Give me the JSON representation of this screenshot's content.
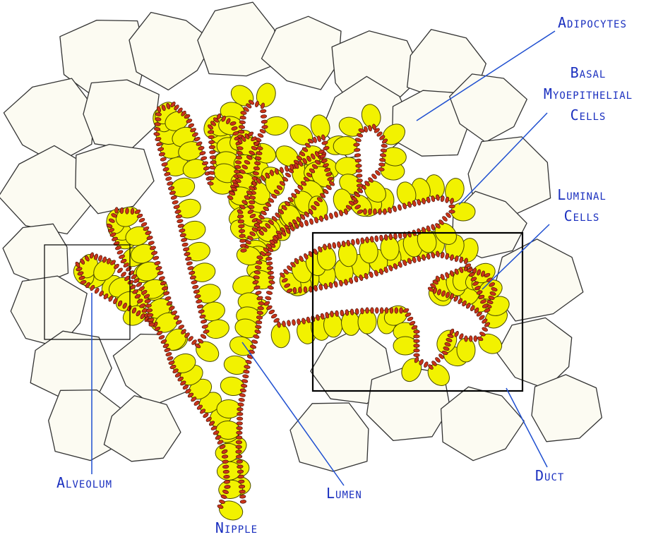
{
  "colors": {
    "adipocyte_fill": "#fcfbf2",
    "adipocyte_stroke": "#333333",
    "basal_fill": "#f2f200",
    "basal_stroke": "#4a4a00",
    "luminal_fill": "#c8341a",
    "luminal_stroke": "#3a0a00",
    "label": "#1a2fbf",
    "leader": "#1f4fd0",
    "box": "#000000"
  },
  "labels": {
    "adipocytes": "Adipocytes",
    "basal": [
      "Basal",
      "Myoepithelial",
      "Cells"
    ],
    "luminal": [
      "Luminal",
      "Cells"
    ],
    "alveolum": "Alveolum",
    "lumen": "Lumen",
    "duct": "Duct",
    "nipple": "Nipple"
  }
}
